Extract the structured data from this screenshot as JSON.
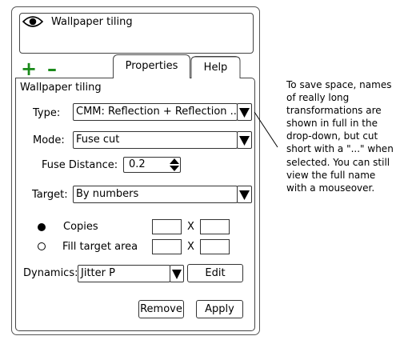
{
  "layer": {
    "icon": "eye-icon",
    "name": "Wallpaper tiling"
  },
  "toolbar": {
    "add_icon": "plus-icon",
    "add_symbol": "+",
    "remove_icon": "minus-icon",
    "remove_symbol": "–"
  },
  "tabs": [
    {
      "label": "Properties",
      "active": true
    },
    {
      "label": "Help",
      "active": false
    }
  ],
  "properties": {
    "heading": "Wallpaper tiling",
    "type_label": "Type:",
    "type_value": "CMM: Reflection + Reflection ...",
    "mode_label": "Mode:",
    "mode_value": "Fuse cut",
    "fuse_label": "Fuse Distance:",
    "fuse_value": "0.2",
    "target_label": "Target:",
    "target_value": "By numbers",
    "copies_label": "Copies",
    "fill_label": "Fill target area",
    "x_sep": "X",
    "dynamics_label": "Dynamics:",
    "dynamics_value": "Jitter P",
    "edit_label": "Edit",
    "remove_label": "Remove",
    "apply_label": "Apply"
  },
  "annotation": "To save space, names of really long transformations are shown in full in the drop-down, but cut short with a \"...\" when selected. You can still view the full name with a mouseover."
}
